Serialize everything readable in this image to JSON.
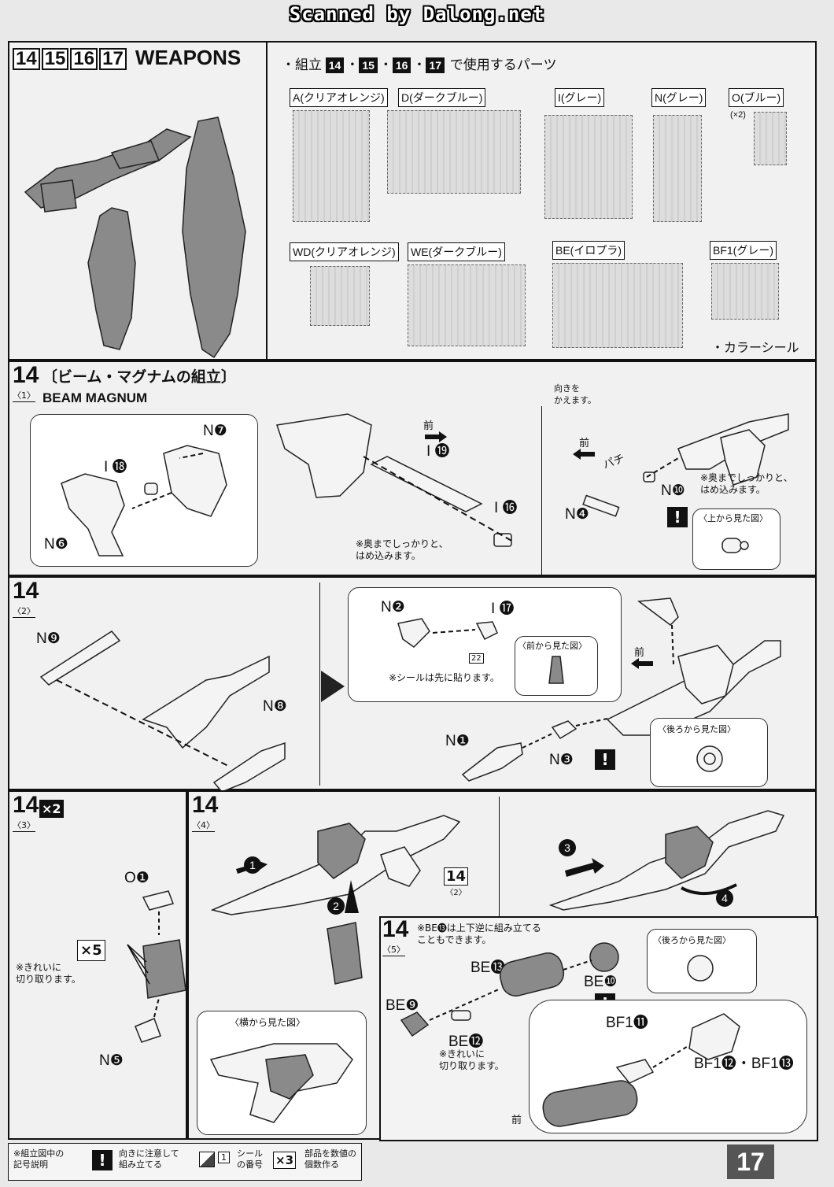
{
  "scan_credit": "Scanned by Dalong.net",
  "header": {
    "step_numbers": [
      "14",
      "15",
      "16",
      "17"
    ],
    "title": "WEAPONS",
    "parts_intro_prefix": "・組立",
    "parts_intro_suffix": "で使用するパーツ",
    "runners": [
      {
        "label": "A(クリアオレンジ)"
      },
      {
        "label": "D(ダークブルー)"
      },
      {
        "label": "I(グレー)"
      },
      {
        "label": "N(グレー)"
      },
      {
        "label": "O(ブルー)",
        "qty": "(×2)"
      },
      {
        "label": "WD(クリアオレンジ)"
      },
      {
        "label": "WE(ダークブルー)"
      },
      {
        "label": "BE(イロプラ)"
      },
      {
        "label": "BF1(グレー)"
      }
    ],
    "color_seal": "・カラーシール"
  },
  "step14": {
    "number": "14",
    "title": "〔ビーム・マグナムの組立〕",
    "sub1": "〈1〉",
    "subtitle_en": "BEAM MAGNUM",
    "parts_1": {
      "n7": "N❼",
      "i18": "I ⓲",
      "n6": "N❻",
      "i19": "I ⓳",
      "i16": "I ⓰",
      "n10": "N❿",
      "n4": "N❹"
    },
    "mae": "前",
    "insert_note": "※奥までしっかりと、\nはめ込みます。",
    "turn_note": "向きを\nかえます。",
    "snap": "パチ",
    "top_view": "〈上から見た図〉",
    "sub2": "〈2〉",
    "parts_2": {
      "n9": "N❾",
      "n8": "N❽",
      "n2": "N❷",
      "i17": "I ⓱",
      "n1": "N❶",
      "n3": "N❸"
    },
    "sticker_no": "22",
    "sticker_note": "※シールは先に貼ります。",
    "front_view": "〈前から見た図〉",
    "back_view": "〈後ろから見た図〉",
    "sub3": "〈3〉",
    "times2": "×2",
    "parts_3": {
      "o1": "O❶",
      "n5": "N❺"
    },
    "times5": "×5",
    "cut_note": "※きれいに\n切り取ります。",
    "sub4": "〈4〉",
    "side_view": "〈横から見た図〉",
    "ref": "14",
    "ref_sub": "〈2〉",
    "sub5": "〈5〉",
    "be13_note": "※BE⓭は上下逆に組み立てる\nこともできます。",
    "parts_5": {
      "be13": "BE⓭",
      "be10": "BE❿",
      "be9": "BE❾",
      "be12": "BE⓬",
      "bf11": "BF1⓫",
      "bf12_13": "BF1⓬・BF1⓭"
    },
    "back_view2": "〈後ろから見た図〉",
    "cut_note2": "※きれいに\n切り取ります。"
  },
  "legend": {
    "title": "※組立図中の\n記号説明",
    "warn_text": "向きに注意して\n組み立てる",
    "seal_num": "1",
    "seal_text": "シール\nの番号",
    "x3": "×3",
    "x3_text": "部品を数値の\n個数作る"
  },
  "page_number": "17"
}
